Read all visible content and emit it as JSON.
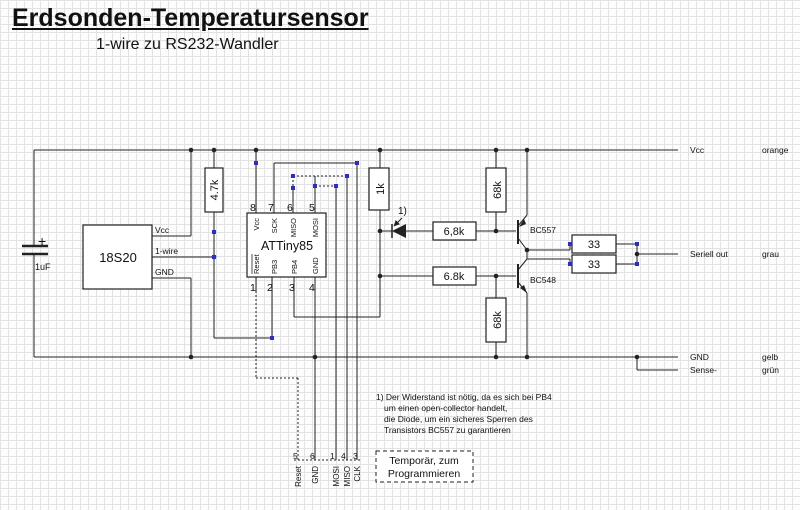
{
  "header": {
    "title": "Erdsonden-Temperatursensor",
    "subtitle": "1-wire zu RS232-Wandler"
  },
  "components": {
    "capacitor": {
      "label": "1uF"
    },
    "sensor": {
      "label": "18S20",
      "pins": {
        "vcc": "Vcc",
        "onewire": "1-wire",
        "gnd": "GND"
      }
    },
    "r_pullup": {
      "label": "4.7k"
    },
    "mcu": {
      "label": "ATTiny85",
      "top_pins": [
        {
          "num": "8",
          "name": "Vcc"
        },
        {
          "num": "7",
          "name": "SCK"
        },
        {
          "num": "6",
          "name": "MISO"
        },
        {
          "num": "5",
          "name": "MOSI"
        }
      ],
      "bottom_pins": [
        {
          "num": "1",
          "name": "Reset"
        },
        {
          "num": "2",
          "name": "PB3"
        },
        {
          "num": "3",
          "name": "PB4"
        },
        {
          "num": "4",
          "name": "GND"
        }
      ]
    },
    "r_1k": {
      "label": "1k"
    },
    "note_ref": "1)",
    "r_base_top": {
      "label": "6,8k"
    },
    "r_base_bottom": {
      "label": "6.8k"
    },
    "r_68k_top": {
      "label": "68k"
    },
    "r_68k_bottom": {
      "label": "68k"
    },
    "q_pnp": {
      "label": "BC557"
    },
    "q_npn": {
      "label": "BC548"
    },
    "r_out_top": {
      "label": "33"
    },
    "r_out_bottom": {
      "label": "33"
    }
  },
  "terminals": [
    {
      "name": "Vcc",
      "color": "orange"
    },
    {
      "name": "Seriell out",
      "color": "grau"
    },
    {
      "name": "GND",
      "color": "gelb"
    },
    {
      "name": "Sense-",
      "color": "grün"
    }
  ],
  "note": {
    "lines": [
      "1) Der Widerstand ist nötig, da es sich bei PB4",
      "um einen open-collector handelt,",
      "die  Diode, um ein sicheres Sperren des",
      "Transistors BC557 zu garantieren"
    ]
  },
  "programming_header": {
    "label_line1": "Temporär, zum",
    "label_line2": "Programmieren",
    "pins": [
      {
        "num": "5",
        "name": "Reset"
      },
      {
        "num": "6",
        "name": "GND"
      },
      {
        "num": "1",
        "name": "MOSI"
      },
      {
        "num": "4",
        "name": "MISO"
      },
      {
        "num": "3",
        "name": "CLK"
      }
    ]
  }
}
